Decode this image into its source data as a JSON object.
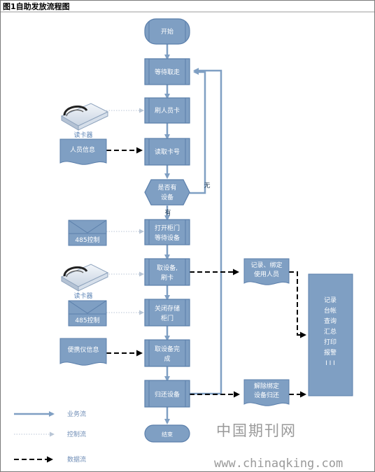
{
  "title": "图1自助发放流程图",
  "nodes": {
    "start": "开始",
    "wait_fetch": "等待取走",
    "swipe_card": "刷人员卡",
    "read_card": "读取卡号",
    "has_device": [
      "是否有",
      "设备"
    ],
    "open_cabinet": [
      "打开柜门",
      "等待设备"
    ],
    "take_device": [
      "取设备,",
      "刷卡"
    ],
    "close_cabinet": [
      "关闭存储",
      "柜门"
    ],
    "take_done": [
      "取设备完",
      "成"
    ],
    "return_device": "归还设备",
    "end": "结束"
  },
  "branch_labels": {
    "no": "无",
    "yes": "有"
  },
  "side": {
    "reader_top": "读卡器",
    "person_info": "人员信息",
    "ctrl_485_top": "485控制",
    "reader_mid": "读卡器",
    "ctrl_485_mid": "485控制",
    "portable_info": "便携仪信息"
  },
  "docs": {
    "record_bind": [
      "记录、绑定",
      "使用人员"
    ],
    "unbind": [
      "解除绑定",
      "设备归还"
    ]
  },
  "ledger": [
    "记录",
    "台帐",
    "查询",
    "汇总",
    "打印",
    "报警",
    "I I I"
  ],
  "legend": {
    "business": "业务流",
    "control": "控制流",
    "data": "数据流"
  },
  "watermark": {
    "name": "中国期刊网",
    "url": "www.chinaqking.com"
  },
  "colors": {
    "node_fill": "#7f9fc3",
    "node_stroke": "#5b7fab",
    "arrow": "#7f9fc3",
    "control": "#b9c6d6",
    "data": "#000000"
  }
}
